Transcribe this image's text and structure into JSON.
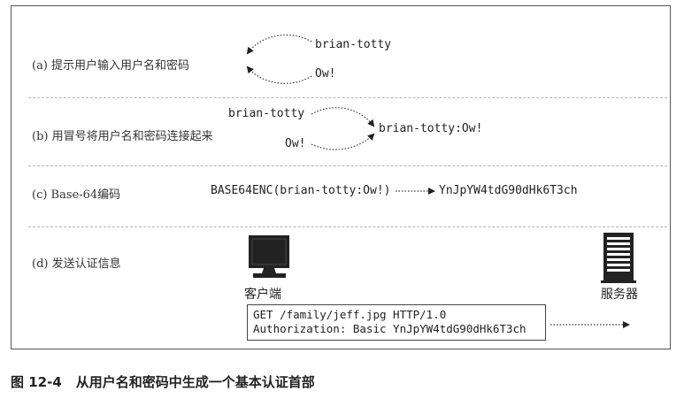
{
  "steps": {
    "a": {
      "label": "(a)  提示用户输入用户名和密码",
      "username": "brian-totty",
      "password": "Ow!"
    },
    "b": {
      "label": "(b)  用冒号将用户名和密码连接起来",
      "username": "brian-totty",
      "password": "Ow!",
      "joined": "brian-totty:Ow!"
    },
    "c": {
      "label": "(c)  Base-64编码",
      "input": "BASE64ENC(brian-totty:Ow!)",
      "output": "YnJpYW4tdG90dHk6T3ch"
    },
    "d": {
      "label": "(d)  发送认证信息",
      "client_label": "客户端",
      "server_label": "服务器"
    }
  },
  "http_request": {
    "line1": "GET /family/jeff.jpg HTTP/1.0",
    "line2": "Authorization: Basic YnJpYW4tdG90dHk6T3ch"
  },
  "caption": {
    "number": "图 12-4",
    "text": "从用户名和密码中生成一个基本认证首部"
  }
}
